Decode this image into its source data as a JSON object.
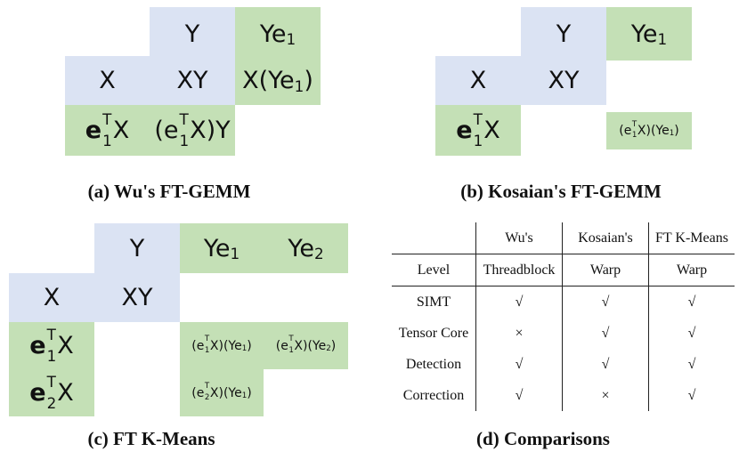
{
  "colors": {
    "blue": "#dbe3f3",
    "green": "#c4e0b6"
  },
  "panel_a": {
    "caption": "(a) Wu's FT-GEMM",
    "y": "Y",
    "ye1": {
      "base": "Ye",
      "sub": "1"
    },
    "x": "X",
    "xy": "XY",
    "x_ye1": {
      "pre": "X(Ye",
      "sub": "1",
      "post": ")"
    },
    "e1tx": {
      "e": "e",
      "sup": "T",
      "sub": "1",
      "x": "X"
    },
    "e1tx_y": {
      "pre": "(e",
      "sup": "T",
      "sub": "1",
      "post": "X)Y"
    }
  },
  "panel_b": {
    "caption": "(b) Kosaian's FT-GEMM",
    "y": "Y",
    "ye1": {
      "base": "Ye",
      "sub": "1"
    },
    "x": "X",
    "xy": "XY",
    "e1tx": {
      "e": "e",
      "sup": "T",
      "sub": "1",
      "x": "X"
    },
    "prod": {
      "p1": "(e",
      "sup": "T",
      "sub": "1",
      "p2": "X)(Ye",
      "sub2": "1",
      "p3": ")"
    }
  },
  "panel_c": {
    "caption": "(c) FT K-Means",
    "y": "Y",
    "ye1": {
      "base": "Ye",
      "sub": "1"
    },
    "ye2": {
      "base": "Ye",
      "sub": "2"
    },
    "x": "X",
    "xy": "XY",
    "e1tx": {
      "e": "e",
      "sup": "T",
      "sub": "1",
      "x": "X"
    },
    "e2tx": {
      "e": "e",
      "sup": "T",
      "sub": "2",
      "x": "X"
    },
    "prod11": {
      "p1": "(e",
      "sup": "T",
      "sub": "1",
      "p2": "X)(Ye",
      "sub2": "1",
      "p3": ")"
    },
    "prod12": {
      "p1": "(e",
      "sup": "T",
      "sub": "1",
      "p2": "X)(Ye",
      "sub2": "2",
      "p3": ")"
    },
    "prod21": {
      "p1": "(e",
      "sup": "T",
      "sub": "2",
      "p2": "X)(Ye",
      "sub2": "1",
      "p3": ")"
    }
  },
  "panel_d": {
    "caption": "(d) Comparisons",
    "headers": [
      "",
      "Wu's",
      "Kosaian's",
      "FT K-Means"
    ],
    "rows": [
      [
        "Level",
        "Threadblock",
        "Warp",
        "Warp"
      ],
      [
        "SIMT",
        "√",
        "√",
        "√"
      ],
      [
        "Tensor Core",
        "×",
        "√",
        "√"
      ],
      [
        "Detection",
        "√",
        "√",
        "√"
      ],
      [
        "Correction",
        "√",
        "×",
        "√"
      ]
    ]
  }
}
